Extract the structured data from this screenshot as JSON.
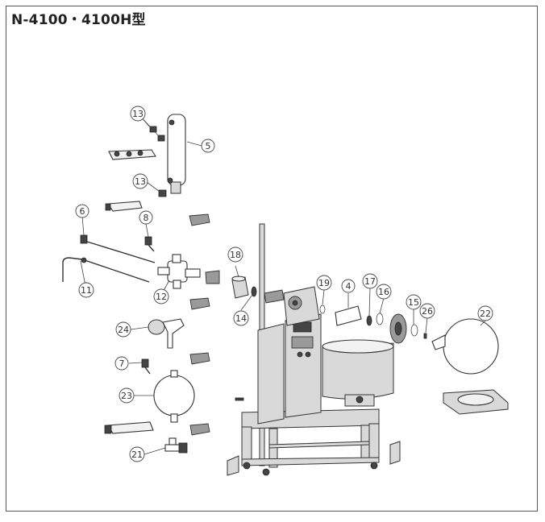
{
  "title": "N-4100・4100H型",
  "callouts": {
    "c4": "4",
    "c5": "5",
    "c6": "6",
    "c7": "7",
    "c8": "8",
    "c11": "11",
    "c12": "12",
    "c13a": "13",
    "c13b": "13",
    "c14": "14",
    "c15": "15",
    "c16": "16",
    "c17": "17",
    "c18": "18",
    "c19": "19",
    "c21": "21",
    "c22": "22",
    "c23": "23",
    "c24": "24",
    "c26": "26"
  }
}
